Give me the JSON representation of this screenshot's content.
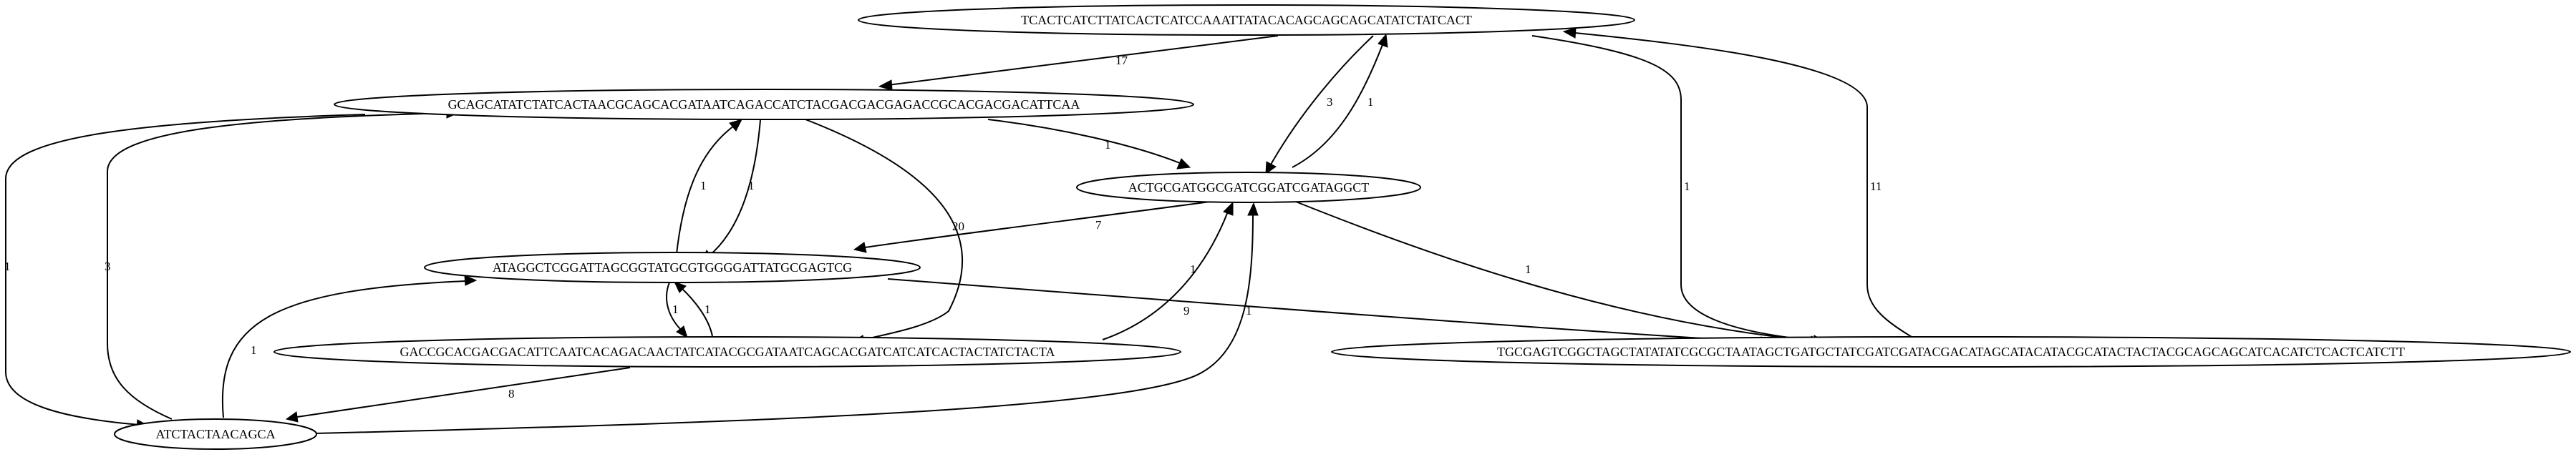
{
  "graph": {
    "nodes": [
      {
        "id": "n1",
        "label": "TCACTCATCTTATCACTCATCCAAATTATACACAGCAGCAGCATATCTATCACT"
      },
      {
        "id": "n2",
        "label": "GCAGCATATCTATCACTAACGCAGCACGATAATCAGACCATCTACGACGACGAGACCGCACGACGACATTCAA"
      },
      {
        "id": "n3",
        "label": "ACTGCGATGGCGATCGGATCGATAGGCT"
      },
      {
        "id": "n4",
        "label": "ATAGGCTCGGATTAGCGGTATGCGTGGGGATTATGCGAGTCG"
      },
      {
        "id": "n5",
        "label": "GACCGCACGACGACATTCAATCACAGACAACTATCATACGCGATAATCAGCACGATCATCATCACTACTATCTACTA"
      },
      {
        "id": "n6",
        "label": "TGCGAGTCGGCTAGCTATATATCGCGCTAATAGCTGATGCTATCGATCGATACGACATAGCATACATACGCATACTACTACGCAGCAGCATCACATCTCACTCATCTT"
      },
      {
        "id": "n7",
        "label": "ATCTACTAACAGCA"
      }
    ],
    "edges": [
      {
        "id": "e1",
        "from": "n1",
        "to": "n2",
        "label": "17"
      },
      {
        "id": "e2",
        "from": "n1",
        "to": "n3",
        "label": "3"
      },
      {
        "id": "e3",
        "from": "n3",
        "to": "n1",
        "label": "1"
      },
      {
        "id": "e4",
        "from": "n1",
        "to": "n6",
        "label": "1"
      },
      {
        "id": "e5",
        "from": "n6",
        "to": "n1",
        "label": "11"
      },
      {
        "id": "e6",
        "from": "n2",
        "to": "n3",
        "label": "1"
      },
      {
        "id": "e7",
        "from": "n2",
        "to": "n4",
        "label": "1"
      },
      {
        "id": "e8",
        "from": "n4",
        "to": "n2",
        "label": "1"
      },
      {
        "id": "e9",
        "from": "n2",
        "to": "n5",
        "label": "20"
      },
      {
        "id": "e10",
        "from": "n2",
        "to": "n7",
        "label": "1"
      },
      {
        "id": "e11",
        "from": "n7",
        "to": "n2",
        "label": "3"
      },
      {
        "id": "e12",
        "from": "n3",
        "to": "n4",
        "label": "7"
      },
      {
        "id": "e13",
        "from": "n3",
        "to": "n6",
        "label": "1"
      },
      {
        "id": "e14",
        "from": "n4",
        "to": "n5",
        "label": "1"
      },
      {
        "id": "e15",
        "from": "n5",
        "to": "n4",
        "label": "1"
      },
      {
        "id": "e16",
        "from": "n4",
        "to": "n6",
        "label": "9"
      },
      {
        "id": "e17",
        "from": "n5",
        "to": "n3",
        "label": "1"
      },
      {
        "id": "e18",
        "from": "n5",
        "to": "n7",
        "label": "8"
      },
      {
        "id": "e19",
        "from": "n7",
        "to": "n4",
        "label": "1"
      },
      {
        "id": "e20",
        "from": "n7",
        "to": "n3",
        "label": "1"
      }
    ]
  }
}
